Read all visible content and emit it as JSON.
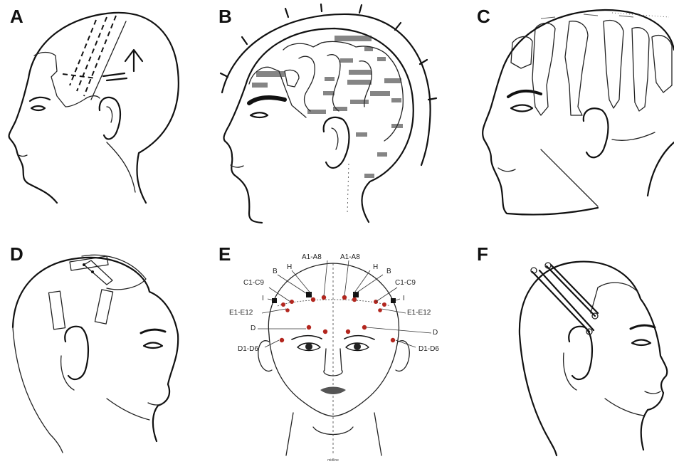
{
  "panels": [
    {
      "letter": "A"
    },
    {
      "letter": "B"
    },
    {
      "letter": "C"
    },
    {
      "letter": "D"
    },
    {
      "letter": "E"
    },
    {
      "letter": "F"
    }
  ],
  "panel_e": {
    "labels_left": [
      "A1-A8",
      "B",
      "H",
      "C1-C9",
      "I",
      "E1-E12",
      "D",
      "D1-D6"
    ],
    "labels_right": [
      "A1-A8",
      "H",
      "B",
      "C1-C9",
      "I",
      "E1-E12",
      "D",
      "D1-D6"
    ],
    "midline_label": "midline",
    "point_color": "#b3261e",
    "marker_color": "#111111"
  }
}
